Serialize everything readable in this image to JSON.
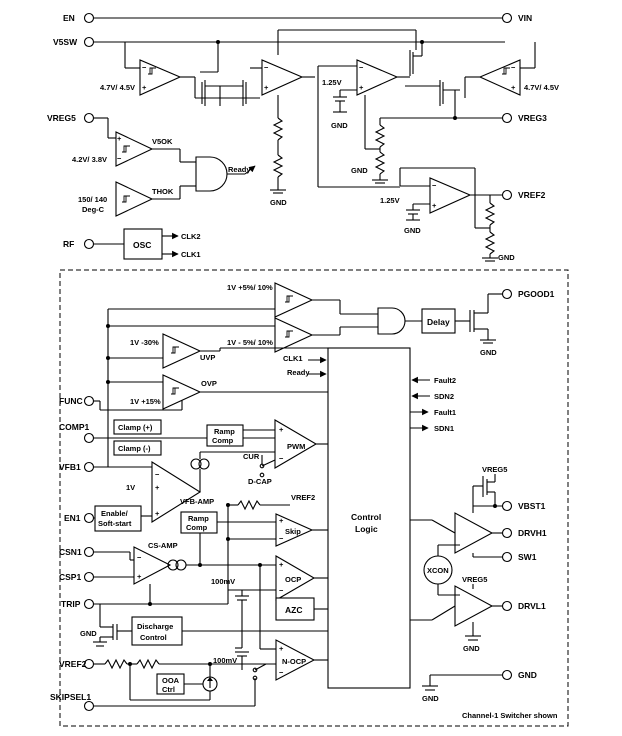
{
  "pins": {
    "en": "EN",
    "vin": "VIN",
    "v5sw": "V5SW",
    "vreg5": "VREG5",
    "vreg3": "VREG3",
    "vref2": "VREF2",
    "rf": "RF",
    "pgood1": "PGOOD1",
    "func": "FUNC",
    "comp1": "COMP1",
    "vfb1": "VFB1",
    "en1": "EN1",
    "csn1": "CSN1",
    "csp1": "CSP1",
    "trip": "TRIP",
    "vref2_in": "VREF2",
    "skipsel1": "SKIPSEL1",
    "vbst1": "VBST1",
    "drvh1": "DRVH1",
    "sw1": "SW1",
    "drvl1": "DRVL1",
    "gnd": "GND"
  },
  "labels": {
    "th_left": "4.7V/ 4.5V",
    "th_right": "4.7V/ 4.5V",
    "v125_a": "1.25V",
    "v125_b": "1.25V",
    "gnd_a": "GND",
    "gnd_b": "GND",
    "gnd_c": "GND",
    "gnd_d": "GND",
    "gnd_e": "GND",
    "gnd_f": "GND",
    "gnd_g": "GND",
    "gnd_h": "GND",
    "gnd_i": "GND",
    "v5ok": "V5OK",
    "v5ok_th": "4.2V/ 3.8V",
    "thok": "THOK",
    "thok_th1": "150/ 140",
    "thok_th2": "Deg-C",
    "ready_out": "Ready",
    "osc": "OSC",
    "clk2": "CLK2",
    "clk1": "CLK1",
    "pg_hi": "1V +5%/ 10%",
    "pg_lo": "1V - 5%/ 10%",
    "delay": "Delay",
    "uvp_th": "1V -30%",
    "uvp": "UVP",
    "ovp_th": "1V +15%",
    "ovp": "OVP",
    "clk1_in": "CLK1",
    "ready_in": "Ready",
    "fault2": "Fault2",
    "sdn2": "SDN2",
    "fault1": "Fault1",
    "sdn1": "SDN1",
    "clamp_p": "Clamp (+)",
    "clamp_n": "Clamp (-)",
    "ramp_comp_a1": "Ramp",
    "ramp_comp_a2": "Comp",
    "pwm": "PWM",
    "cur": "CUR",
    "dcap": "D-CAP",
    "vref2_int": "VREF2",
    "one_v": "1V",
    "vfb_amp": "VFB-AMP",
    "enable1": "Enable/",
    "enable2": "Soft-start",
    "ramp_comp_b1": "Ramp",
    "ramp_comp_b2": "Comp",
    "skip": "Skip",
    "cs_amp": "CS-AMP",
    "ocp": "OCP",
    "mv100_a": "100mV",
    "azc": "AZC",
    "discharge1": "Discharge",
    "discharge2": "Control",
    "mv100_b": "100mV",
    "nocp": "N-OCP",
    "ooa1": "OOA",
    "ooa2": "Ctrl",
    "control1": "Control",
    "control2": "Logic",
    "vreg5_hi": "VREG5",
    "vreg5_lo": "VREG5",
    "xcon": "XCON",
    "footer": "Channel-1 Switcher shown"
  }
}
